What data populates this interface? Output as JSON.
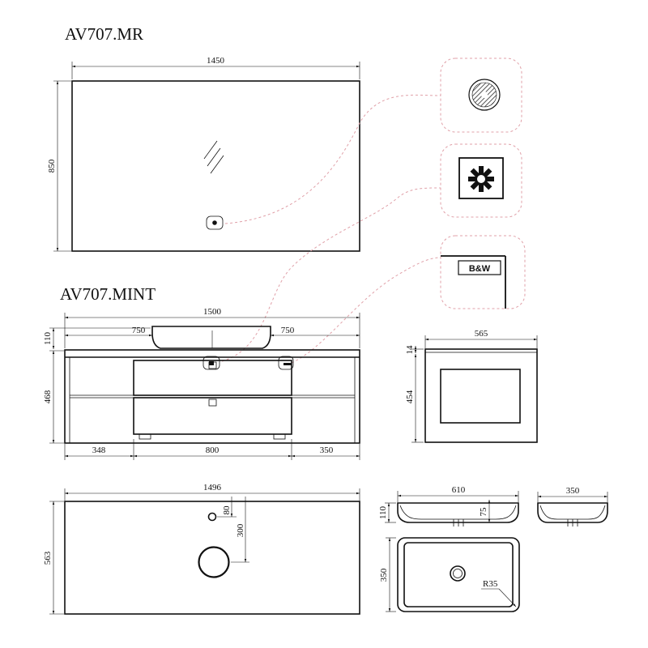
{
  "mirror": {
    "title": "AV707.MR",
    "width": "1450",
    "height": "850"
  },
  "vanity": {
    "title": "AV707.MINT",
    "total_width": "1500",
    "left_half": "750",
    "right_half": "750",
    "basin_height": "110",
    "cabinet_height": "468",
    "left_section": "348",
    "middle_section": "800",
    "right_section": "350"
  },
  "side_view": {
    "width": "565",
    "top_thickness": "14",
    "height": "454"
  },
  "top_view": {
    "width": "1496",
    "depth": "563",
    "hole_offset_small": "80",
    "hole_offset_large": "300"
  },
  "basin": {
    "length": "610",
    "depth_side": "350",
    "height": "110",
    "inner_depth": "75",
    "plan_depth": "350",
    "corner_radius": "R35"
  },
  "details": {
    "brand_label": "B&W"
  },
  "icons": {
    "mirror_sensor": "defog-pad-icon",
    "touch_switch": "touch-switch-icon",
    "brand_badge": "brand-badge-icon"
  }
}
